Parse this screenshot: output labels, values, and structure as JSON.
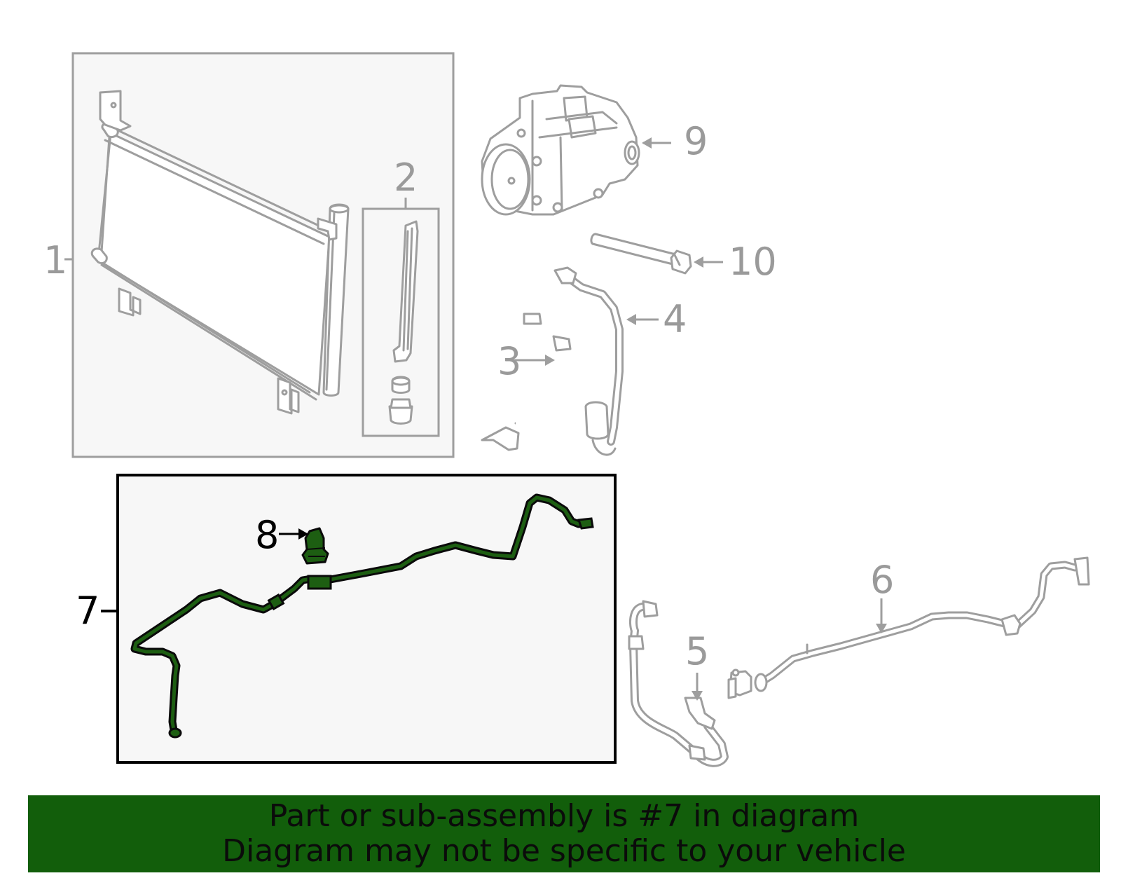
{
  "diagram": {
    "callouts": {
      "c1": "1",
      "c2": "2",
      "c3": "3",
      "c4": "4",
      "c5": "5",
      "c6": "6",
      "c7": "7",
      "c8": "8",
      "c9": "9",
      "c10": "10"
    },
    "highlight_color": "#1d5e12",
    "part_color_grey": "#9e9e9e"
  },
  "banner": {
    "line1": "Part or sub-assembly is #7 in diagram",
    "line2": "Diagram may not be specific to your vehicle",
    "background": "#125e0b"
  }
}
